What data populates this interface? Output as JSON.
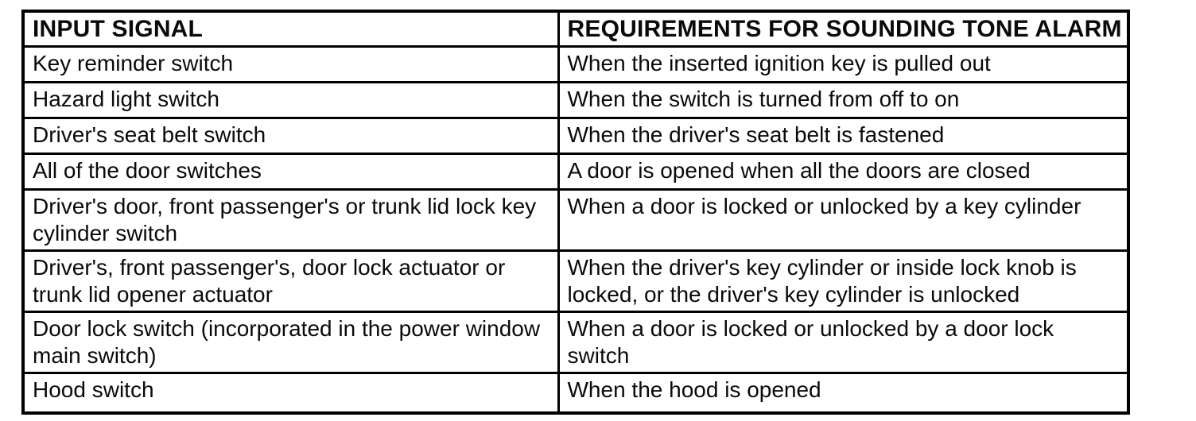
{
  "page": {
    "background_color": "#ffffff",
    "text_color": "#0a0a0a",
    "border_color": "#000000"
  },
  "table": {
    "columns": [
      {
        "label": "INPUT SIGNAL"
      },
      {
        "label": "REQUIREMENTS FOR SOUNDING TONE ALARM"
      }
    ],
    "rows": [
      {
        "input_signal": "Key reminder switch",
        "requirement": "When the inserted ignition key is pulled out"
      },
      {
        "input_signal": "Hazard light switch",
        "requirement": "When the switch is turned from off to on"
      },
      {
        "input_signal": "Driver's seat belt switch",
        "requirement": "When the driver's seat belt is fastened"
      },
      {
        "input_signal": "All of the door switches",
        "requirement": "A door is opened when all the doors are closed"
      },
      {
        "input_signal": "Driver's door, front passenger's or trunk lid lock key cylinder switch",
        "requirement": "When a door is locked or unlocked by a key cylinder"
      },
      {
        "input_signal": "Driver's, front passenger's, door lock actuator or trunk lid opener actuator",
        "requirement": "When the driver's key cylinder or inside lock knob is locked, or the driver's key cylinder is unlocked"
      },
      {
        "input_signal": "Door lock switch (incorporated in the power window main switch)",
        "requirement": "When a door is locked or unlocked by a door lock switch"
      },
      {
        "input_signal": "Hood switch",
        "requirement": "When the hood is opened"
      }
    ]
  }
}
